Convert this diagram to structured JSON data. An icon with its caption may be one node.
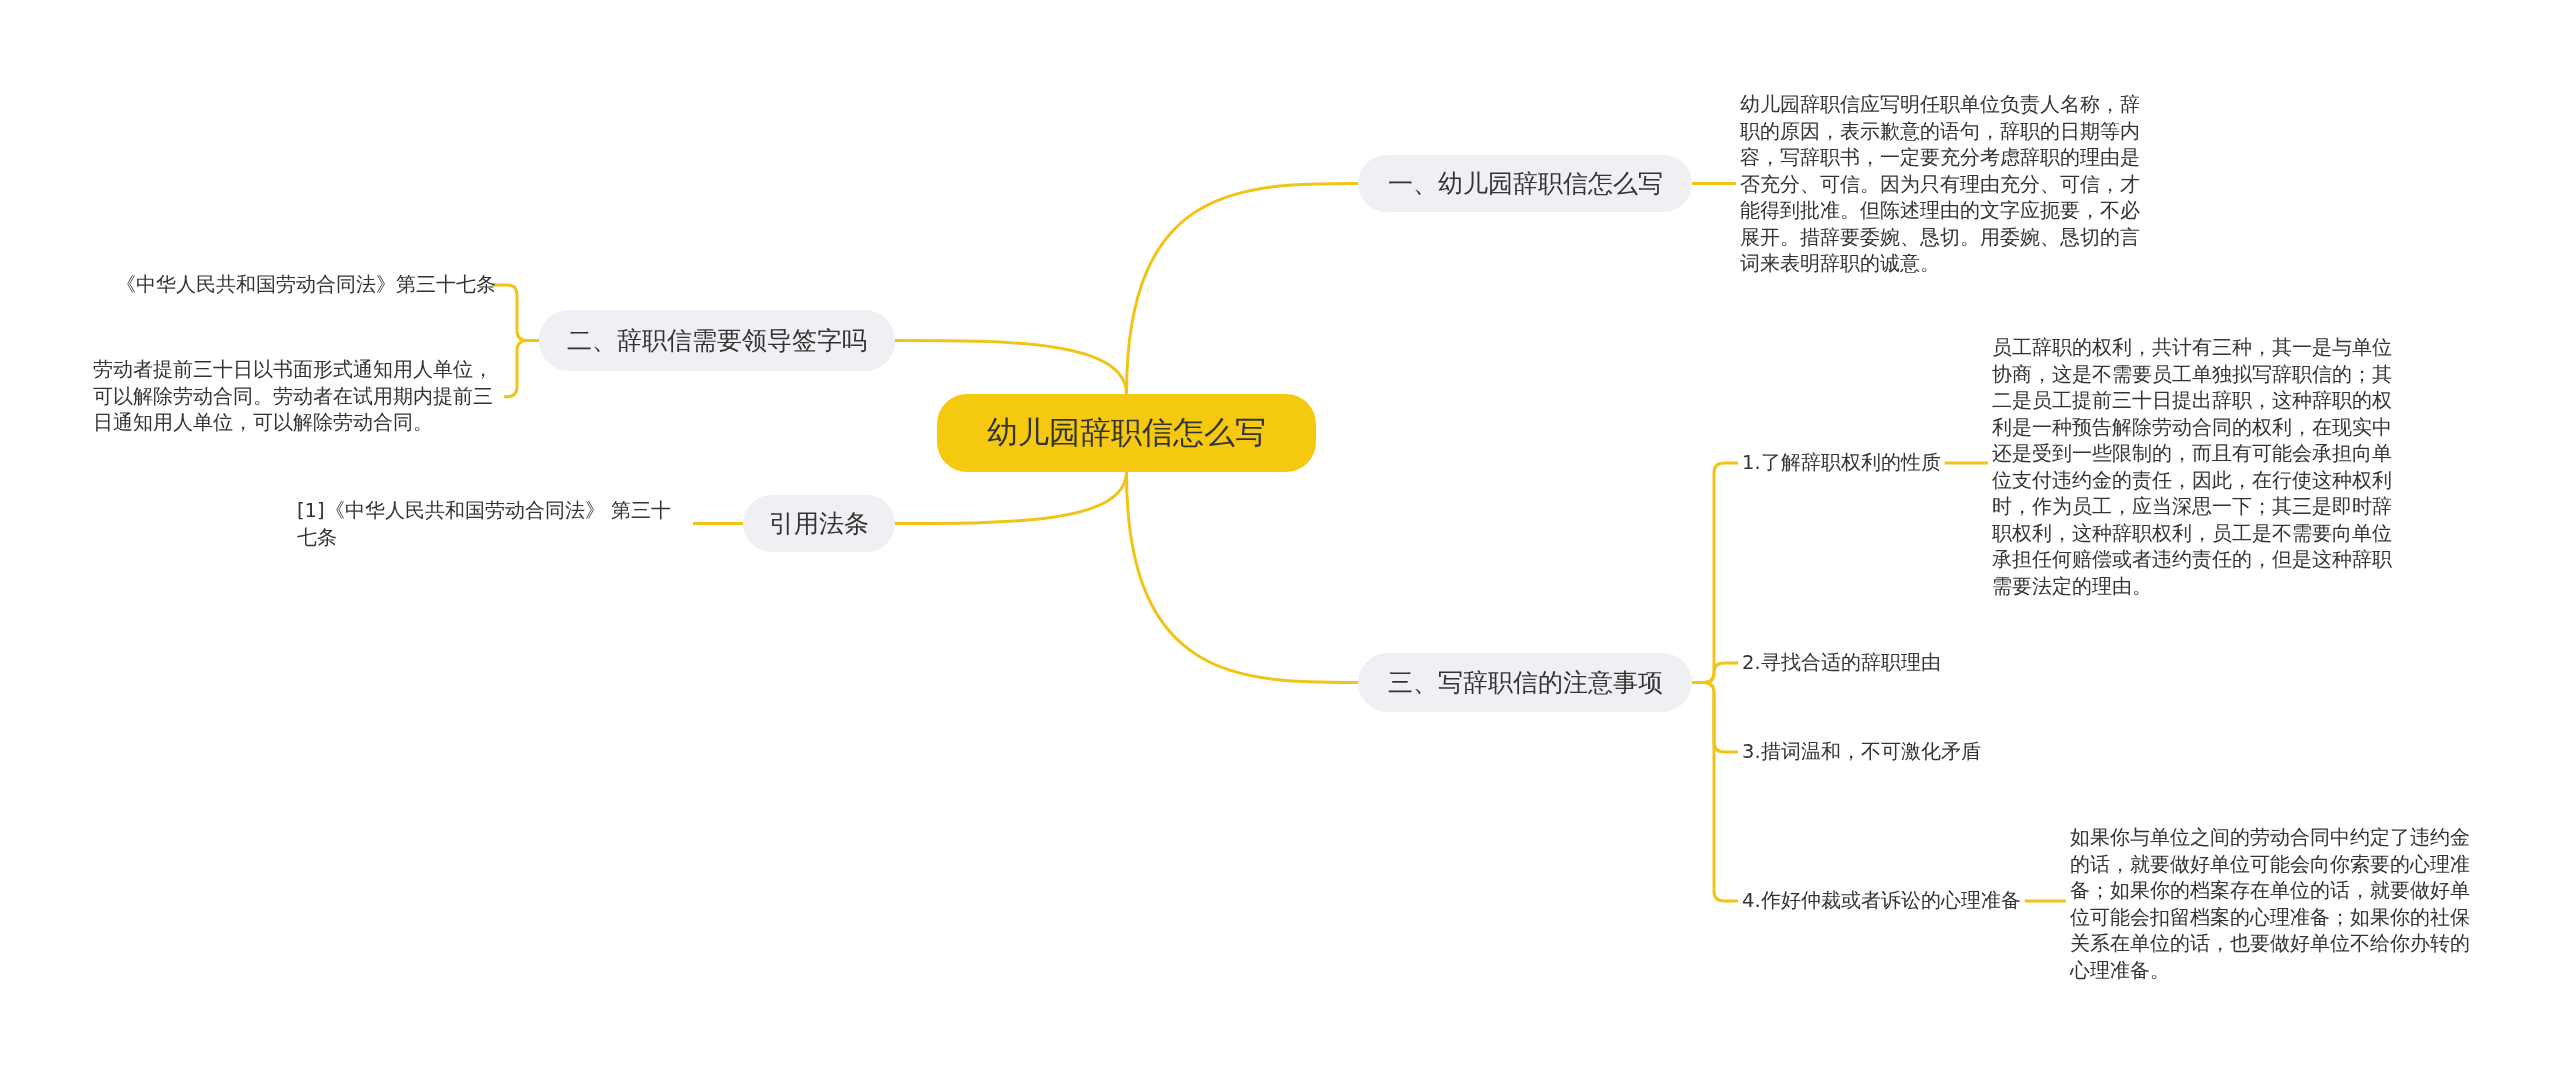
{
  "diagram": {
    "nodes": [
      {
        "text": [
          "幼儿园辞职信怎么写"
        ]
      },
      {
        "text": [
          "一、幼儿园辞职信怎么写"
        ]
      },
      {
        "text": [
          "幼儿园辞职信应写明任职单位负责人名称，辞职的原因，表示歉意的语句，辞职的日期等内容，写辞职书，一定要充分考虑辞职的理由是否充分、可信。因为只有理由充分、可信，才能得到批准。但陈述理由的文字应扼要，不必展开。措辞要委婉、恳切。用委婉、恳切的言词来表明辞职的诚意。"
        ]
      },
      {
        "text": [
          "二、辞职信需要领导签字吗"
        ]
      },
      {
        "text": [
          "《中华人民共和国劳动合同法》第三十七条"
        ]
      },
      {
        "text": [
          "劳动者提前三十日以书面形式通知用人单位，可以解除劳动合同。劳动者在试用期内提前三日通知用人单位，可以解除劳动合同。"
        ]
      },
      {
        "text": [
          "引用法条"
        ]
      },
      {
        "text": [
          "[1]《中华人民共和国劳动合同法》 第三十七条"
        ]
      },
      {
        "text": [
          "三、写辞职信的注意事项"
        ]
      },
      {
        "text": [
          "1.了解辞职权利的性质"
        ]
      },
      {
        "text": [
          "员工辞职的权利，共计有三种，其一是与单位协商，这是不需要员工单独拟写辞职信的；其二是员工提前三十日提出辞职，这种辞职的权利是一种预告解除劳动合同的权利，在现实中还是受到一些限制的，而且有可能会承担向单位支付违约金的责任，因此，在行使这种权利时，作为员工，应当深思一下；其三是即时辞职权利，这种辞职权利，员工是不需要向单位承担任何赔偿或者违约责任的，但是这种辞职需要法定的理由。"
        ]
      },
      {
        "text": [
          "2.寻找合适的辞职理由"
        ]
      },
      {
        "text": [
          "3.措词温和，不可激化矛盾"
        ]
      },
      {
        "text": [
          "4.作好仲裁或者诉讼的心理准备"
        ]
      },
      {
        "text": [
          "如果你与单位之间的劳动合同中约定了违约金的话，就要做好单位可能会向你索要的心理准备；如果你的档案存在单位的话，就要做好单位可能会扣留档案的心理准备；如果你的社保关系在单位的话，也要做好单位不给你办转的心理准备。"
        ]
      }
    ],
    "edges": [
      {
        "from": 0,
        "to": 1,
        "arrow": "none"
      },
      {
        "from": 1,
        "to": 2,
        "arrow": "none"
      },
      {
        "from": 0,
        "to": 3,
        "arrow": "none"
      },
      {
        "from": 3,
        "to": 4,
        "arrow": "none"
      },
      {
        "from": 3,
        "to": 5,
        "arrow": "none"
      },
      {
        "from": 0,
        "to": 6,
        "arrow": "none"
      },
      {
        "from": 6,
        "to": 7,
        "arrow": "none"
      },
      {
        "from": 0,
        "to": 8,
        "arrow": "none"
      },
      {
        "from": 8,
        "to": 9,
        "arrow": "none"
      },
      {
        "from": 9,
        "to": 10,
        "arrow": "none"
      },
      {
        "from": 8,
        "to": 11,
        "arrow": "none"
      },
      {
        "from": 8,
        "to": 12,
        "arrow": "none"
      },
      {
        "from": 8,
        "to": 13,
        "arrow": "none"
      },
      {
        "from": 13,
        "to": 14,
        "arrow": "none"
      }
    ]
  }
}
